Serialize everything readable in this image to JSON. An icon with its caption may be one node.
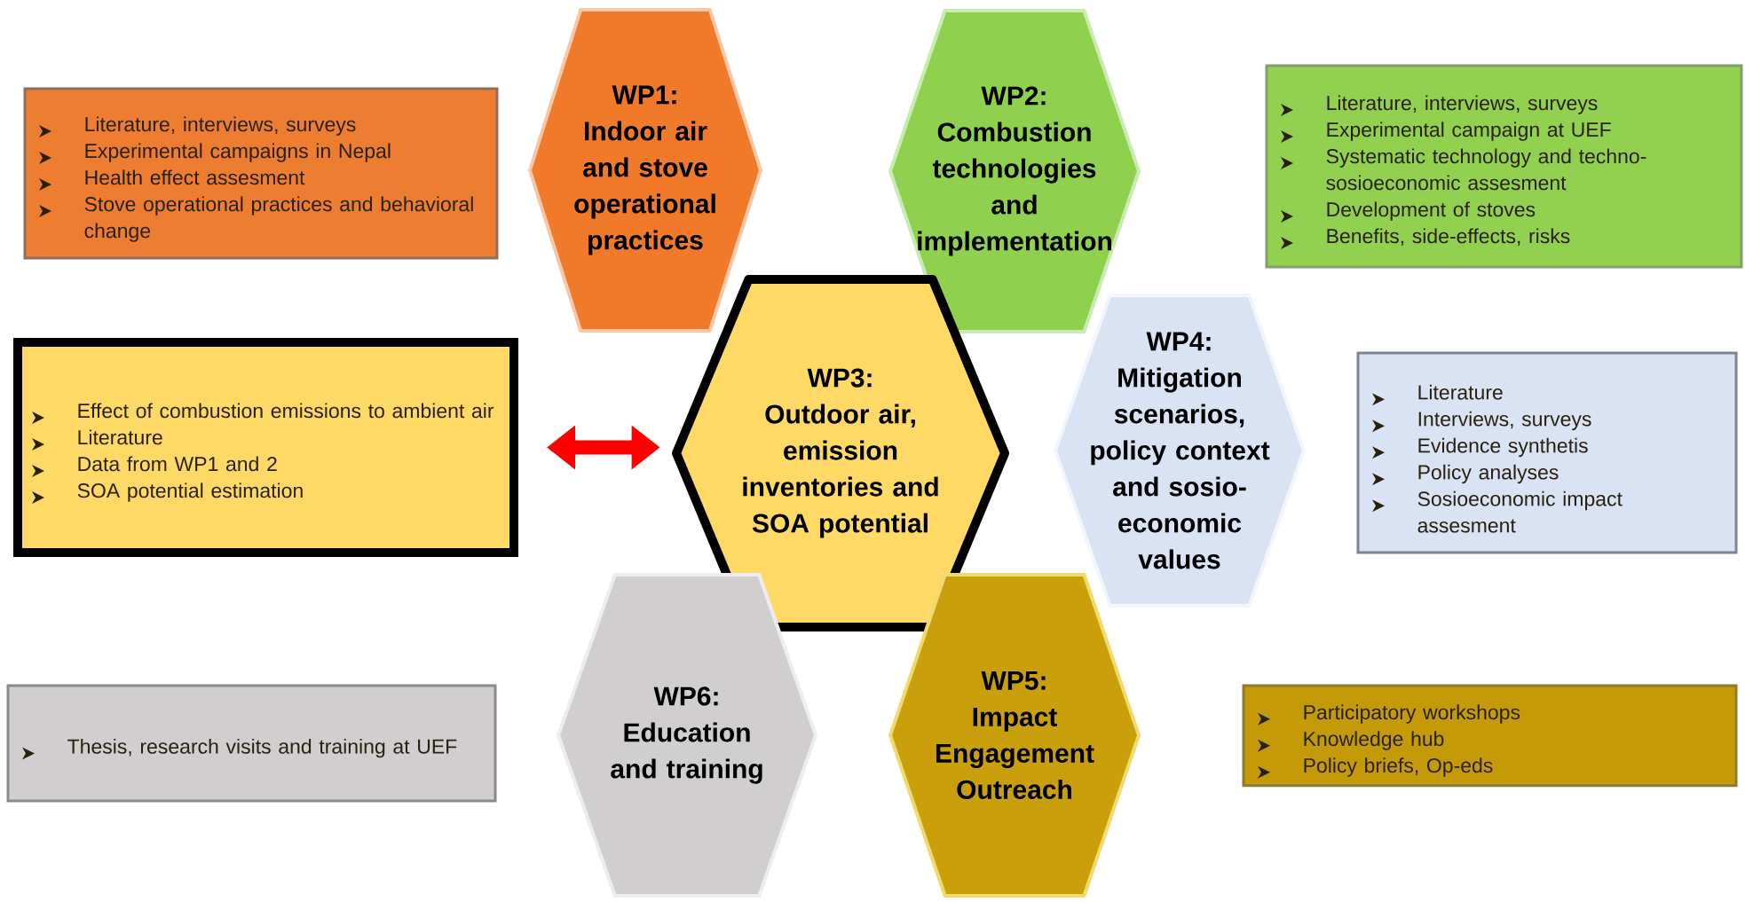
{
  "diagram": {
    "nodes": [
      {
        "text": [
          "Literature, interviews, surveys",
          "Experimental campaigns in Nepal",
          "Health effect assesment",
          "Stove operational practices and behavioral change"
        ]
      },
      {
        "text": [
          "WP1:",
          "Indoor air and stove operational practices"
        ]
      },
      {
        "text": [
          "WP2:",
          "Combustion technologies and implementation"
        ]
      },
      {
        "text": [
          "Literature, interviews, surveys",
          "Experimental campaign at UEF",
          "Systematic technology and techno-sosioeconomic assesment",
          "Development of stoves",
          "Benefits, side-effects, risks"
        ]
      },
      {
        "text": [
          "Effect of combustion emissions to ambient air",
          "Literature",
          "Data from WP1 and 2",
          "SOA potential estimation"
        ]
      },
      {
        "text": [
          "WP3:",
          "Outdoor air, emission inventories and SOA potential"
        ]
      },
      {
        "text": [
          "WP4:",
          "Mitigation scenarios, policy context and sosio-economic values"
        ]
      },
      {
        "text": [
          "Literature",
          "Interviews, surveys",
          "Evidence synthetis",
          "Policy analyses",
          "Sosioeconomic impact assesment"
        ]
      },
      {
        "text": [
          "Thesis, research visits and training at UEF"
        ]
      },
      {
        "text": [
          "WP6:",
          "Education and training"
        ]
      },
      {
        "text": [
          "WP5:",
          "Impact Engagement Outreach"
        ]
      },
      {
        "text": [
          "Participatory workshops",
          "Knowledge hub",
          "Policy briefs, Op-eds"
        ]
      }
    ],
    "edges": [
      {
        "from": 4,
        "to": 5,
        "arrow": "both",
        "color": "#ff0000"
      }
    ]
  }
}
